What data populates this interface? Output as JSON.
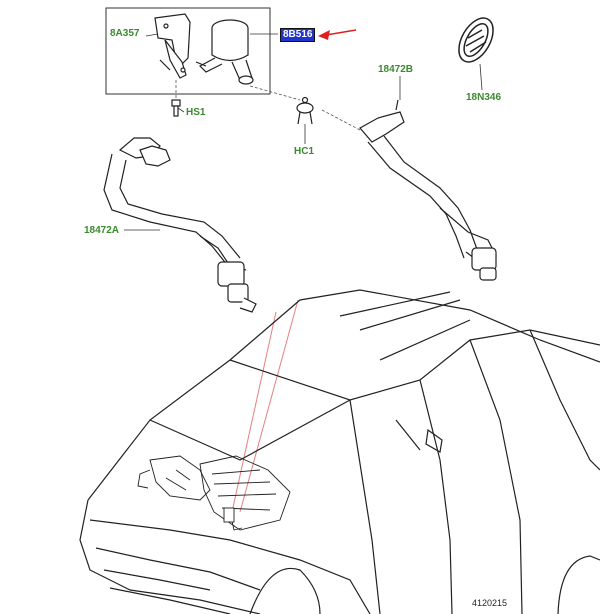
{
  "labels": {
    "bracket": "8A357",
    "pump": "8B516",
    "bolt": "HS1",
    "clip": "HC1",
    "hose_left": "18472A",
    "hose_right": "18472B",
    "grommet": "18N346"
  },
  "reference": "4120215",
  "colors": {
    "label_green": "#3a8a2e",
    "highlight_fill": "#2233cc",
    "pointer_red": "#e02020",
    "leader_pink": "#e88080"
  }
}
